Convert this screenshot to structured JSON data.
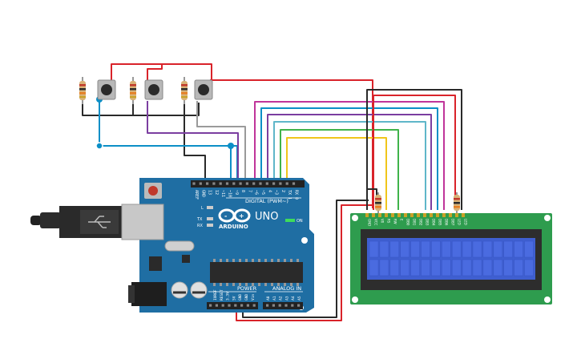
{
  "board": {
    "brand": "ARDUINO",
    "model": "UNO",
    "digital_label": "DIGITAL (PWM~)",
    "power_label": "POWER",
    "analog_label": "ANALOG IN",
    "on_label": "ON",
    "l_label": "L",
    "tx_label": "TX",
    "rx_label": "RX",
    "top_pins": [
      "AREF",
      "GND",
      "13",
      "12",
      "~11",
      "~10",
      "~9",
      "8",
      "7",
      "~6",
      "~5",
      "4",
      "~3",
      "2",
      "TX 1",
      "RX 0"
    ],
    "power_pins": [
      "IOREF",
      "RESET",
      "3.3V",
      "5V",
      "GND",
      "GND",
      "Vin"
    ],
    "analog_pins": [
      "A0",
      "A1",
      "A2",
      "A3",
      "A4",
      "A5"
    ]
  },
  "lcd": {
    "pins": [
      "GND",
      "VCC",
      "V0",
      "RS",
      "RW",
      "E",
      "DB0",
      "DB1",
      "DB2",
      "DB3",
      "DB4",
      "DB5",
      "DB6",
      "DB7",
      "LED",
      "LED"
    ]
  },
  "colors": {
    "pcb": "#1f6ea3",
    "lcd_board": "#2e9c4e",
    "lcd_screen": "#3f5fd0",
    "wire_red": "#d9232a",
    "wire_black": "#2a2a2a",
    "wire_cyan": "#0c8fc7",
    "wire_purple": "#7b3ea0",
    "wire_gray": "#9a9a9a",
    "wire_magenta": "#c0359a",
    "wire_green": "#3fb34a",
    "wire_yellow": "#f0c51a"
  }
}
